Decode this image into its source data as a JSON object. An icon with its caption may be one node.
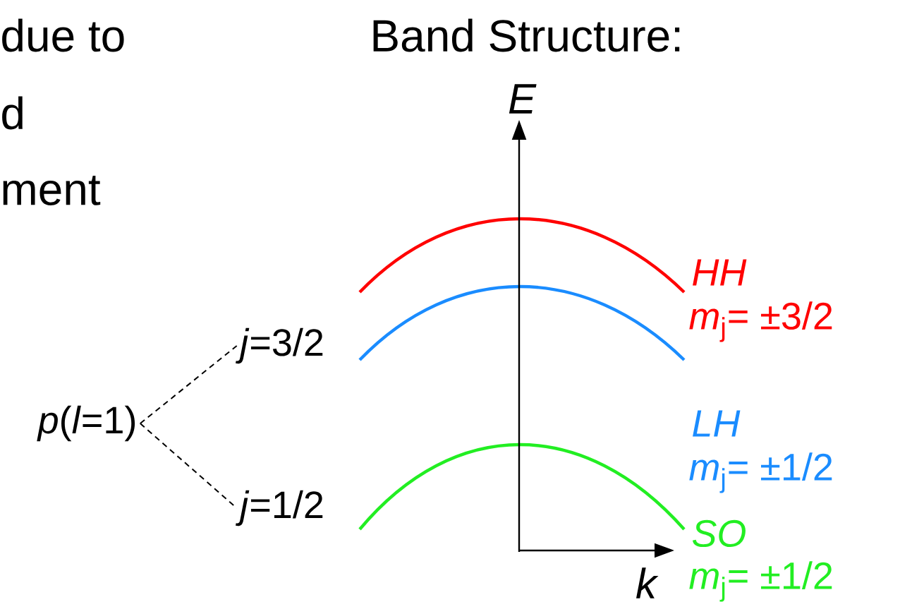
{
  "diagram": {
    "nodes": [
      {
        "text": [
          "*p*(*l*=1)"
        ]
      },
      {
        "text": [
          "*j*=3/2"
        ]
      },
      {
        "text": [
          "*j*=1/2"
        ]
      }
    ],
    "edges": [
      {
        "from": 0,
        "to": 1,
        "arrow": "none",
        "style": "dashed"
      },
      {
        "from": 0,
        "to": 2,
        "arrow": "none",
        "style": "dashed"
      }
    ],
    "labels": [
      "due to",
      "d",
      "ment",
      "Band Structure:",
      "E",
      "k",
      "HH",
      "*m*$_{j}$= ±3/2",
      "LH",
      "*m*$_{j}$= ±1/2",
      "SO",
      "*m*$_{j}$= ±1/2"
    ]
  }
}
